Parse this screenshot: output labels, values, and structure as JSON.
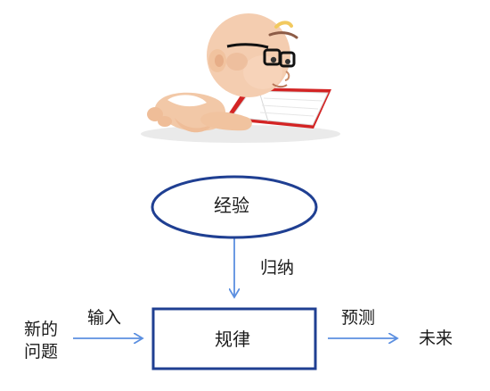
{
  "colors": {
    "outline": "#1f3f92",
    "arrow": "#5b8fe0",
    "text": "#1a1a1a",
    "book_cover": "#d32424",
    "skin": "#f2c8a7",
    "glasses": "#111111"
  },
  "nodes": {
    "experience": "经验",
    "rule": "规律",
    "new_problem_line1": "新的",
    "new_problem_line2": "问题",
    "future": "未来"
  },
  "edges": {
    "induction": "归纳",
    "input": "输入",
    "predict": "预测"
  }
}
